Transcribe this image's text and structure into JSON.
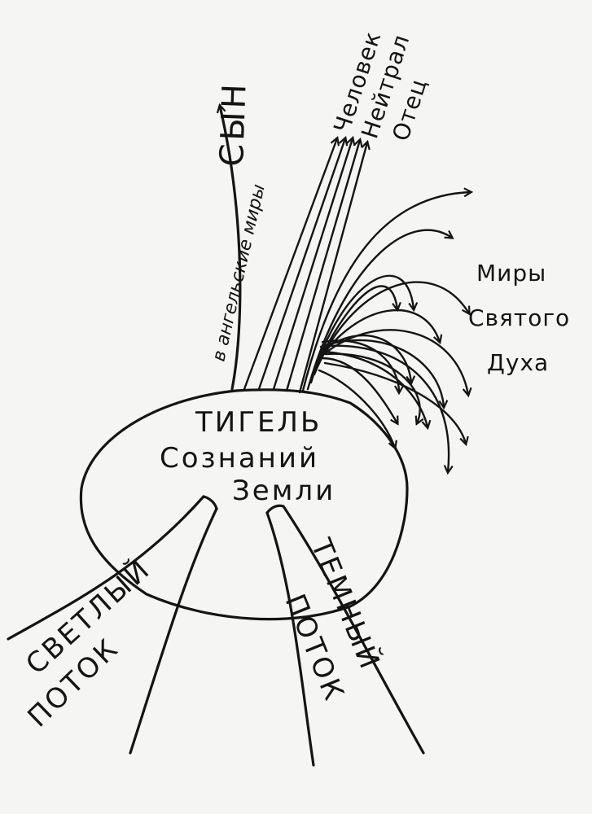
{
  "center": {
    "line1": "ТИГЕЛЬ",
    "line2": "Сознаний",
    "line3": "Земли"
  },
  "left_top": {
    "to_angels": "в ангельские миры",
    "son": "СЫН"
  },
  "right_top": {
    "line1": "Человек",
    "line2": "Нейтрал",
    "line3": "Отец"
  },
  "right_label": {
    "line1": "Миры",
    "line2": "Святого",
    "line3": "Духа"
  },
  "bottom_left": {
    "line1": "СВЕТЛЫЙ",
    "line2": "ПОТОК"
  },
  "bottom_right": {
    "line1": "ТЕМНЫЙ",
    "line2": "ПОТОК"
  }
}
